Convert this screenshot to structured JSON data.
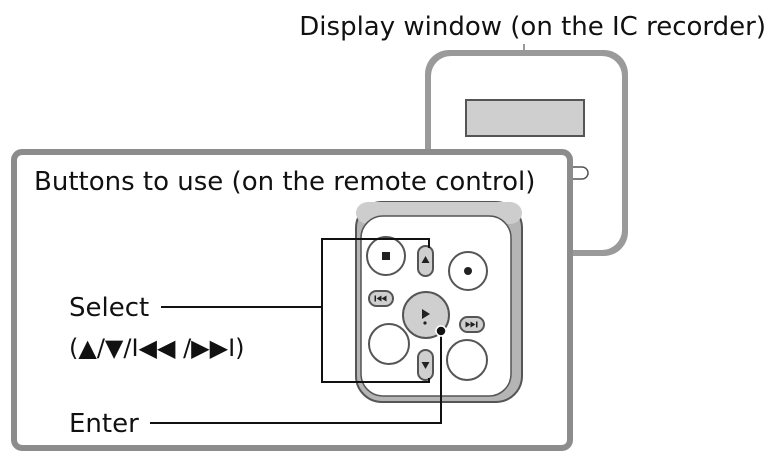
{
  "labels": {
    "display_window": "Display window (on the IC recorder)",
    "buttons_to_use": "Buttons to use (on the remote control)",
    "select": "Select",
    "select_keys": "(▲/▼/I◀◀ /▶▶I)",
    "enter": "Enter"
  },
  "icons": {
    "stop": "stop-icon",
    "record": "record-icon",
    "up": "up-arrow-icon",
    "down": "down-arrow-icon",
    "previous": "previous-track-icon",
    "next": "next-track-icon",
    "play_enter": "play-enter-icon"
  }
}
